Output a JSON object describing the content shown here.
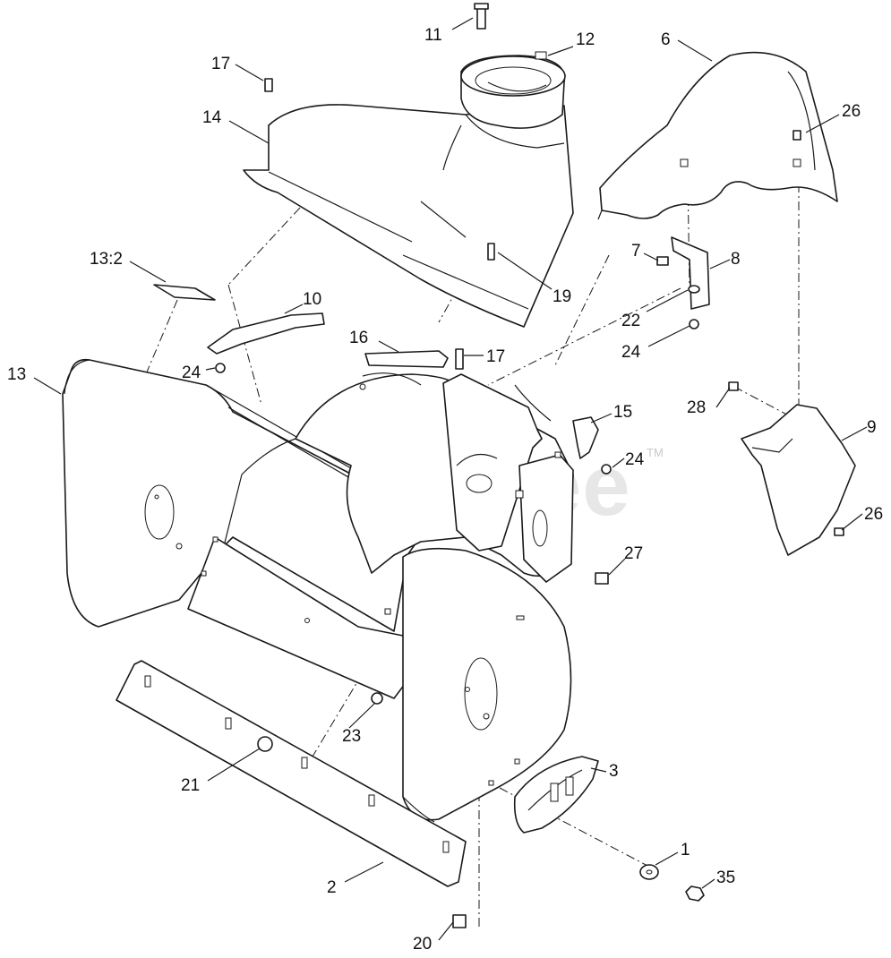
{
  "watermark": {
    "text": "PartsTree",
    "trademark": "TM"
  },
  "callouts": {
    "c1": "1",
    "c2": "2",
    "c3": "3",
    "c6": "6",
    "c7": "7",
    "c8": "8",
    "c9": "9",
    "c10": "10",
    "c11": "11",
    "c12": "12",
    "c13": "13",
    "c13_2": "13:2",
    "c14": "14",
    "c15": "15",
    "c16": "16",
    "c17a": "17",
    "c17b": "17",
    "c19": "19",
    "c20": "20",
    "c21": "21",
    "c22": "22",
    "c23": "23",
    "c24a": "24",
    "c24b": "24",
    "c24c": "24",
    "c26a": "26",
    "c26b": "26",
    "c27": "27",
    "c28": "28",
    "c35": "35"
  }
}
